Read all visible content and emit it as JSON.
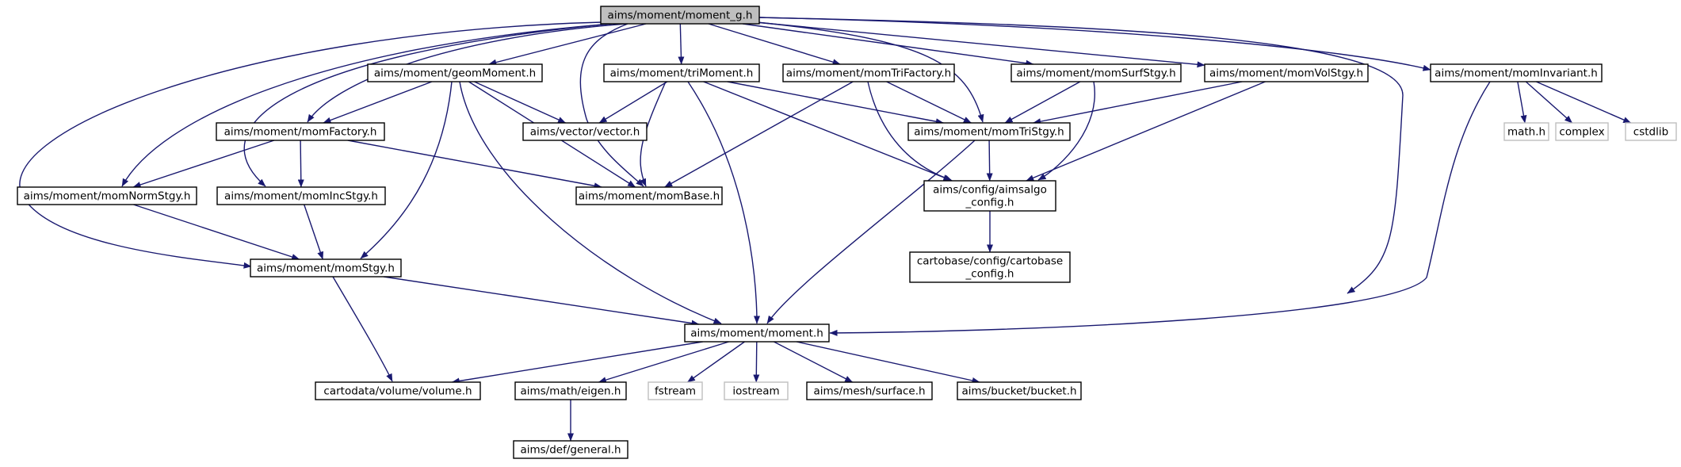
{
  "nodes": [
    {
      "id": "root",
      "lines": [
        "aims/moment/moment_g.h"
      ],
      "kind": "root"
    },
    {
      "id": "geom",
      "lines": [
        "aims/moment/geomMoment.h"
      ],
      "kind": "normal"
    },
    {
      "id": "tri",
      "lines": [
        "aims/moment/triMoment.h"
      ],
      "kind": "normal"
    },
    {
      "id": "trifact",
      "lines": [
        "aims/moment/momTriFactory.h"
      ],
      "kind": "normal"
    },
    {
      "id": "surf",
      "lines": [
        "aims/moment/momSurfStgy.h"
      ],
      "kind": "normal"
    },
    {
      "id": "vol",
      "lines": [
        "aims/moment/momVolStgy.h"
      ],
      "kind": "normal"
    },
    {
      "id": "inv",
      "lines": [
        "aims/moment/momInvariant.h"
      ],
      "kind": "normal"
    },
    {
      "id": "fact",
      "lines": [
        "aims/moment/momFactory.h"
      ],
      "kind": "normal"
    },
    {
      "id": "vec",
      "lines": [
        "aims/vector/vector.h"
      ],
      "kind": "normal"
    },
    {
      "id": "tristgy",
      "lines": [
        "aims/moment/momTriStgy.h"
      ],
      "kind": "normal"
    },
    {
      "id": "mathh",
      "lines": [
        "math.h"
      ],
      "kind": "ext"
    },
    {
      "id": "complex",
      "lines": [
        "complex"
      ],
      "kind": "ext"
    },
    {
      "id": "cstdlib",
      "lines": [
        "cstdlib"
      ],
      "kind": "ext"
    },
    {
      "id": "norm",
      "lines": [
        "aims/moment/momNormStgy.h"
      ],
      "kind": "normal"
    },
    {
      "id": "inc",
      "lines": [
        "aims/moment/momIncStgy.h"
      ],
      "kind": "normal"
    },
    {
      "id": "base",
      "lines": [
        "aims/moment/momBase.h"
      ],
      "kind": "normal"
    },
    {
      "id": "aimsalgo",
      "lines": [
        "aims/config/aimsalgo",
        "_config.h"
      ],
      "kind": "normal"
    },
    {
      "id": "stgy",
      "lines": [
        "aims/moment/momStgy.h"
      ],
      "kind": "normal"
    },
    {
      "id": "cartobase",
      "lines": [
        "cartobase/config/cartobase",
        "_config.h"
      ],
      "kind": "normal"
    },
    {
      "id": "moment",
      "lines": [
        "aims/moment/moment.h"
      ],
      "kind": "normal"
    },
    {
      "id": "volume",
      "lines": [
        "cartodata/volume/volume.h"
      ],
      "kind": "normal"
    },
    {
      "id": "eigen",
      "lines": [
        "aims/math/eigen.h"
      ],
      "kind": "normal"
    },
    {
      "id": "fstream",
      "lines": [
        "fstream"
      ],
      "kind": "ext"
    },
    {
      "id": "iostream",
      "lines": [
        "iostream"
      ],
      "kind": "ext"
    },
    {
      "id": "surface",
      "lines": [
        "aims/mesh/surface.h"
      ],
      "kind": "normal"
    },
    {
      "id": "bucket",
      "lines": [
        "aims/bucket/bucket.h"
      ],
      "kind": "normal"
    },
    {
      "id": "general",
      "lines": [
        "aims/def/general.h"
      ],
      "kind": "normal"
    }
  ],
  "edges": [
    [
      "root",
      "geom"
    ],
    [
      "root",
      "tri"
    ],
    [
      "root",
      "trifact"
    ],
    [
      "root",
      "surf"
    ],
    [
      "root",
      "vol"
    ],
    [
      "root",
      "inv"
    ],
    [
      "root",
      "fact"
    ],
    [
      "root",
      "norm"
    ],
    [
      "root",
      "inc"
    ],
    [
      "root",
      "stgy"
    ],
    [
      "root",
      "base"
    ],
    [
      "root",
      "tristgy"
    ],
    [
      "root",
      "moment"
    ],
    [
      "geom",
      "fact"
    ],
    [
      "geom",
      "vec"
    ],
    [
      "geom",
      "base"
    ],
    [
      "geom",
      "stgy"
    ],
    [
      "geom",
      "moment"
    ],
    [
      "tri",
      "vec"
    ],
    [
      "tri",
      "base"
    ],
    [
      "tri",
      "tristgy"
    ],
    [
      "tri",
      "aimsalgo"
    ],
    [
      "tri",
      "moment"
    ],
    [
      "trifact",
      "base"
    ],
    [
      "trifact",
      "tristgy"
    ],
    [
      "trifact",
      "aimsalgo"
    ],
    [
      "surf",
      "tristgy"
    ],
    [
      "surf",
      "aimsalgo"
    ],
    [
      "vol",
      "tristgy"
    ],
    [
      "vol",
      "aimsalgo"
    ],
    [
      "inv",
      "mathh"
    ],
    [
      "inv",
      "complex"
    ],
    [
      "inv",
      "cstdlib"
    ],
    [
      "inv",
      "moment"
    ],
    [
      "fact",
      "norm"
    ],
    [
      "fact",
      "inc"
    ],
    [
      "fact",
      "base"
    ],
    [
      "tristgy",
      "aimsalgo"
    ],
    [
      "tristgy",
      "moment"
    ],
    [
      "norm",
      "stgy"
    ],
    [
      "inc",
      "stgy"
    ],
    [
      "aimsalgo",
      "cartobase"
    ],
    [
      "stgy",
      "moment"
    ],
    [
      "stgy",
      "volume"
    ],
    [
      "moment",
      "volume"
    ],
    [
      "moment",
      "eigen"
    ],
    [
      "moment",
      "fstream"
    ],
    [
      "moment",
      "iostream"
    ],
    [
      "moment",
      "surface"
    ],
    [
      "moment",
      "bucket"
    ],
    [
      "eigen",
      "general"
    ]
  ],
  "colors": {
    "edge": "#191970",
    "node_border": "#000000",
    "external_border": "#bfbfbf",
    "root_fill": "#bfbfbf",
    "node_fill": "#ffffff"
  }
}
